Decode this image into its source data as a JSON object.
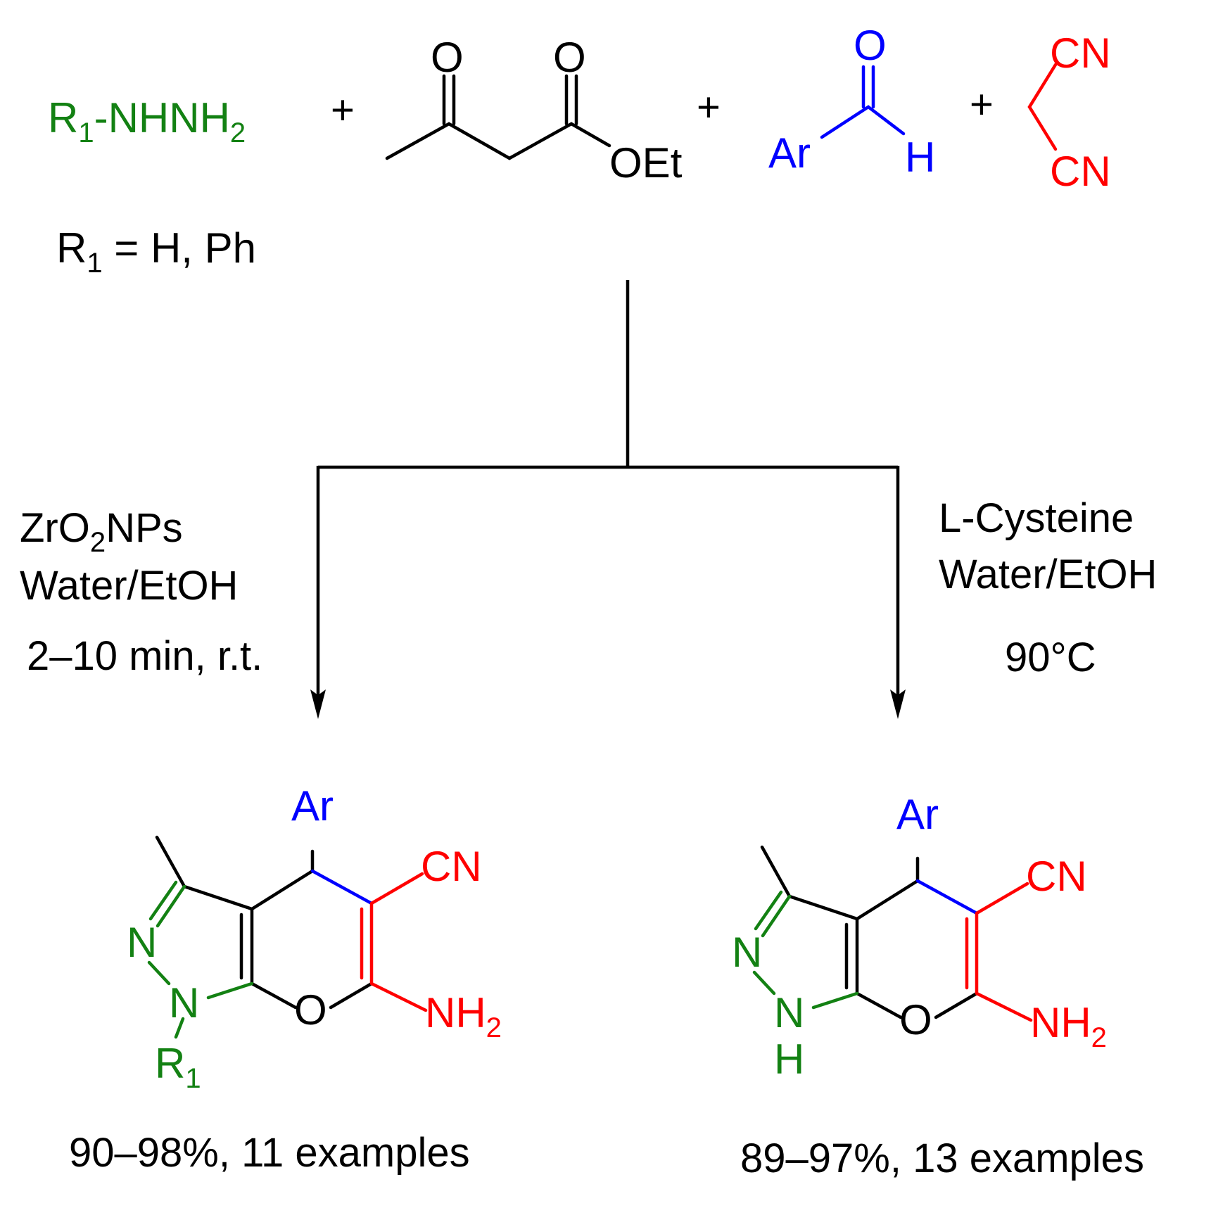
{
  "colors": {
    "hydrazine": "#138113",
    "aldehyde": "#0000ff",
    "malononitrile": "#ff0000",
    "ink": "#000000"
  },
  "reactants": {
    "hydrazine": {
      "label": "R",
      "sub": "1",
      "rest": "-NHNH",
      "sub2": "2"
    },
    "r1_definition": {
      "prefix": "R",
      "sub": "1",
      "rest": " = H, Ph"
    },
    "ketoester": {
      "o1": "O",
      "o2": "O",
      "oet": "OEt"
    },
    "aldehyde": {
      "o": "O",
      "ar": "Ar",
      "h": "H"
    },
    "malononitrile": {
      "cn_top": "CN",
      "cn_bottom": "CN"
    },
    "plus": "+"
  },
  "conditions": {
    "left": {
      "catalyst_prefix": "ZrO",
      "catalyst_sub": "2",
      "catalyst_suffix": "NPs",
      "solvent": "Water/EtOH",
      "time": "2–10 min, r.t."
    },
    "right": {
      "catalyst": "L-Cysteine",
      "solvent": "Water/EtOH",
      "temperature": "90°C"
    }
  },
  "products": {
    "left": {
      "ar": "Ar",
      "cn": "CN",
      "nh": "NH",
      "nh_sub": "2",
      "o": "O",
      "n1": "N",
      "n2": "N",
      "r": "R",
      "r_sub": "1",
      "yield": "90–98%, 11 examples"
    },
    "right": {
      "ar": "Ar",
      "cn": "CN",
      "nh": "NH",
      "nh_sub": "2",
      "o": "O",
      "n1": "N",
      "n2": "N",
      "h": "H",
      "yield": "89–97%, 13 examples"
    }
  }
}
